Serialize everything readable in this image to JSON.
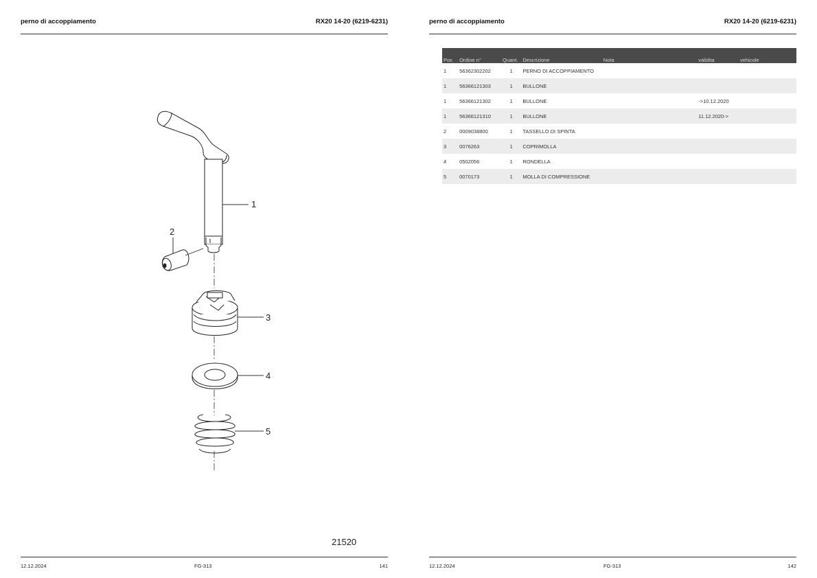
{
  "left_page": {
    "title": "perno di accoppiamento",
    "model": "RX20 14-20 (6219-6231)",
    "drawing_id": "21520",
    "callouts": [
      "1",
      "2",
      "3",
      "4",
      "5"
    ],
    "footer": {
      "date": "12.12.2024",
      "group": "FG-313",
      "page": "141"
    }
  },
  "right_page": {
    "title": "perno di accoppiamento",
    "model": "RX20 14-20 (6219-6231)",
    "footer": {
      "date": "12.12.2024",
      "group": "FG-313",
      "page": "142"
    }
  },
  "parts_table": {
    "headers": [
      "Pos",
      "Ordine n°",
      "Quant.",
      "Descrizione",
      "Nota",
      "validita",
      "vehicole"
    ],
    "rows": [
      {
        "pos": "1",
        "ordine": "56362302202",
        "quant": "1",
        "descrizione": "PERNO DI ACCOPPIAMENTO",
        "nota": "",
        "validita": "",
        "vehicole": ""
      },
      {
        "pos": "1",
        "ordine": "56366121303",
        "quant": "1",
        "descrizione": "BULLONE",
        "nota": "",
        "validita": "",
        "vehicole": ""
      },
      {
        "pos": "1",
        "ordine": "56366121302",
        "quant": "1",
        "descrizione": "BULLONE",
        "nota": "",
        "validita": "->10.12.2020",
        "vehicole": ""
      },
      {
        "pos": "1",
        "ordine": "56366121310",
        "quant": "1",
        "descrizione": "BULLONE",
        "nota": "",
        "validita": "11.12.2020->",
        "vehicole": ""
      },
      {
        "pos": "2",
        "ordine": "0009038800",
        "quant": "1",
        "descrizione": "TASSELLO DI SPINTA",
        "nota": "",
        "validita": "",
        "vehicole": ""
      },
      {
        "pos": "3",
        "ordine": "0076263",
        "quant": "1",
        "descrizione": "COPRIMOLLA",
        "nota": "",
        "validita": "",
        "vehicole": ""
      },
      {
        "pos": "4",
        "ordine": "0502056",
        "quant": "1",
        "descrizione": "RONDELLA",
        "nota": "",
        "validita": "",
        "vehicole": ""
      },
      {
        "pos": "5",
        "ordine": "0070173",
        "quant": "1",
        "descrizione": "MOLLA DI COMPRESSIONE",
        "nota": "",
        "validita": "",
        "vehicole": ""
      }
    ]
  },
  "colors": {
    "header_bg": "#4a4a4a",
    "row_shade": "#ececec",
    "rule": "#333333"
  }
}
